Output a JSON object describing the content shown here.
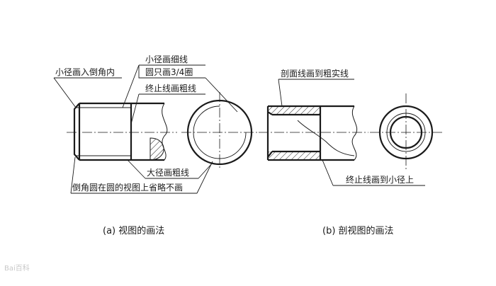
{
  "labels": {
    "minor_into_chamfer": "小径画入倒角内",
    "minor_thin_line": "小径画细线",
    "circle_three_quarter": "圆只画3/4圈",
    "end_line_thick": "终止线画粗线",
    "major_thick_line": "大径画粗线",
    "chamfer_circle_omitted": "倒角圆在圆的视图上省略不画",
    "hatch_to_thick_line": "剖面线画到粗实线",
    "end_line_to_minor": "终止线画到小径上"
  },
  "captions": {
    "view_a": "(a) 视图的画法",
    "view_b": "(b) 剖视图的画法"
  },
  "watermark": "Bai百科",
  "colors": {
    "line": "#1a1a1a",
    "background": "#ffffff"
  }
}
